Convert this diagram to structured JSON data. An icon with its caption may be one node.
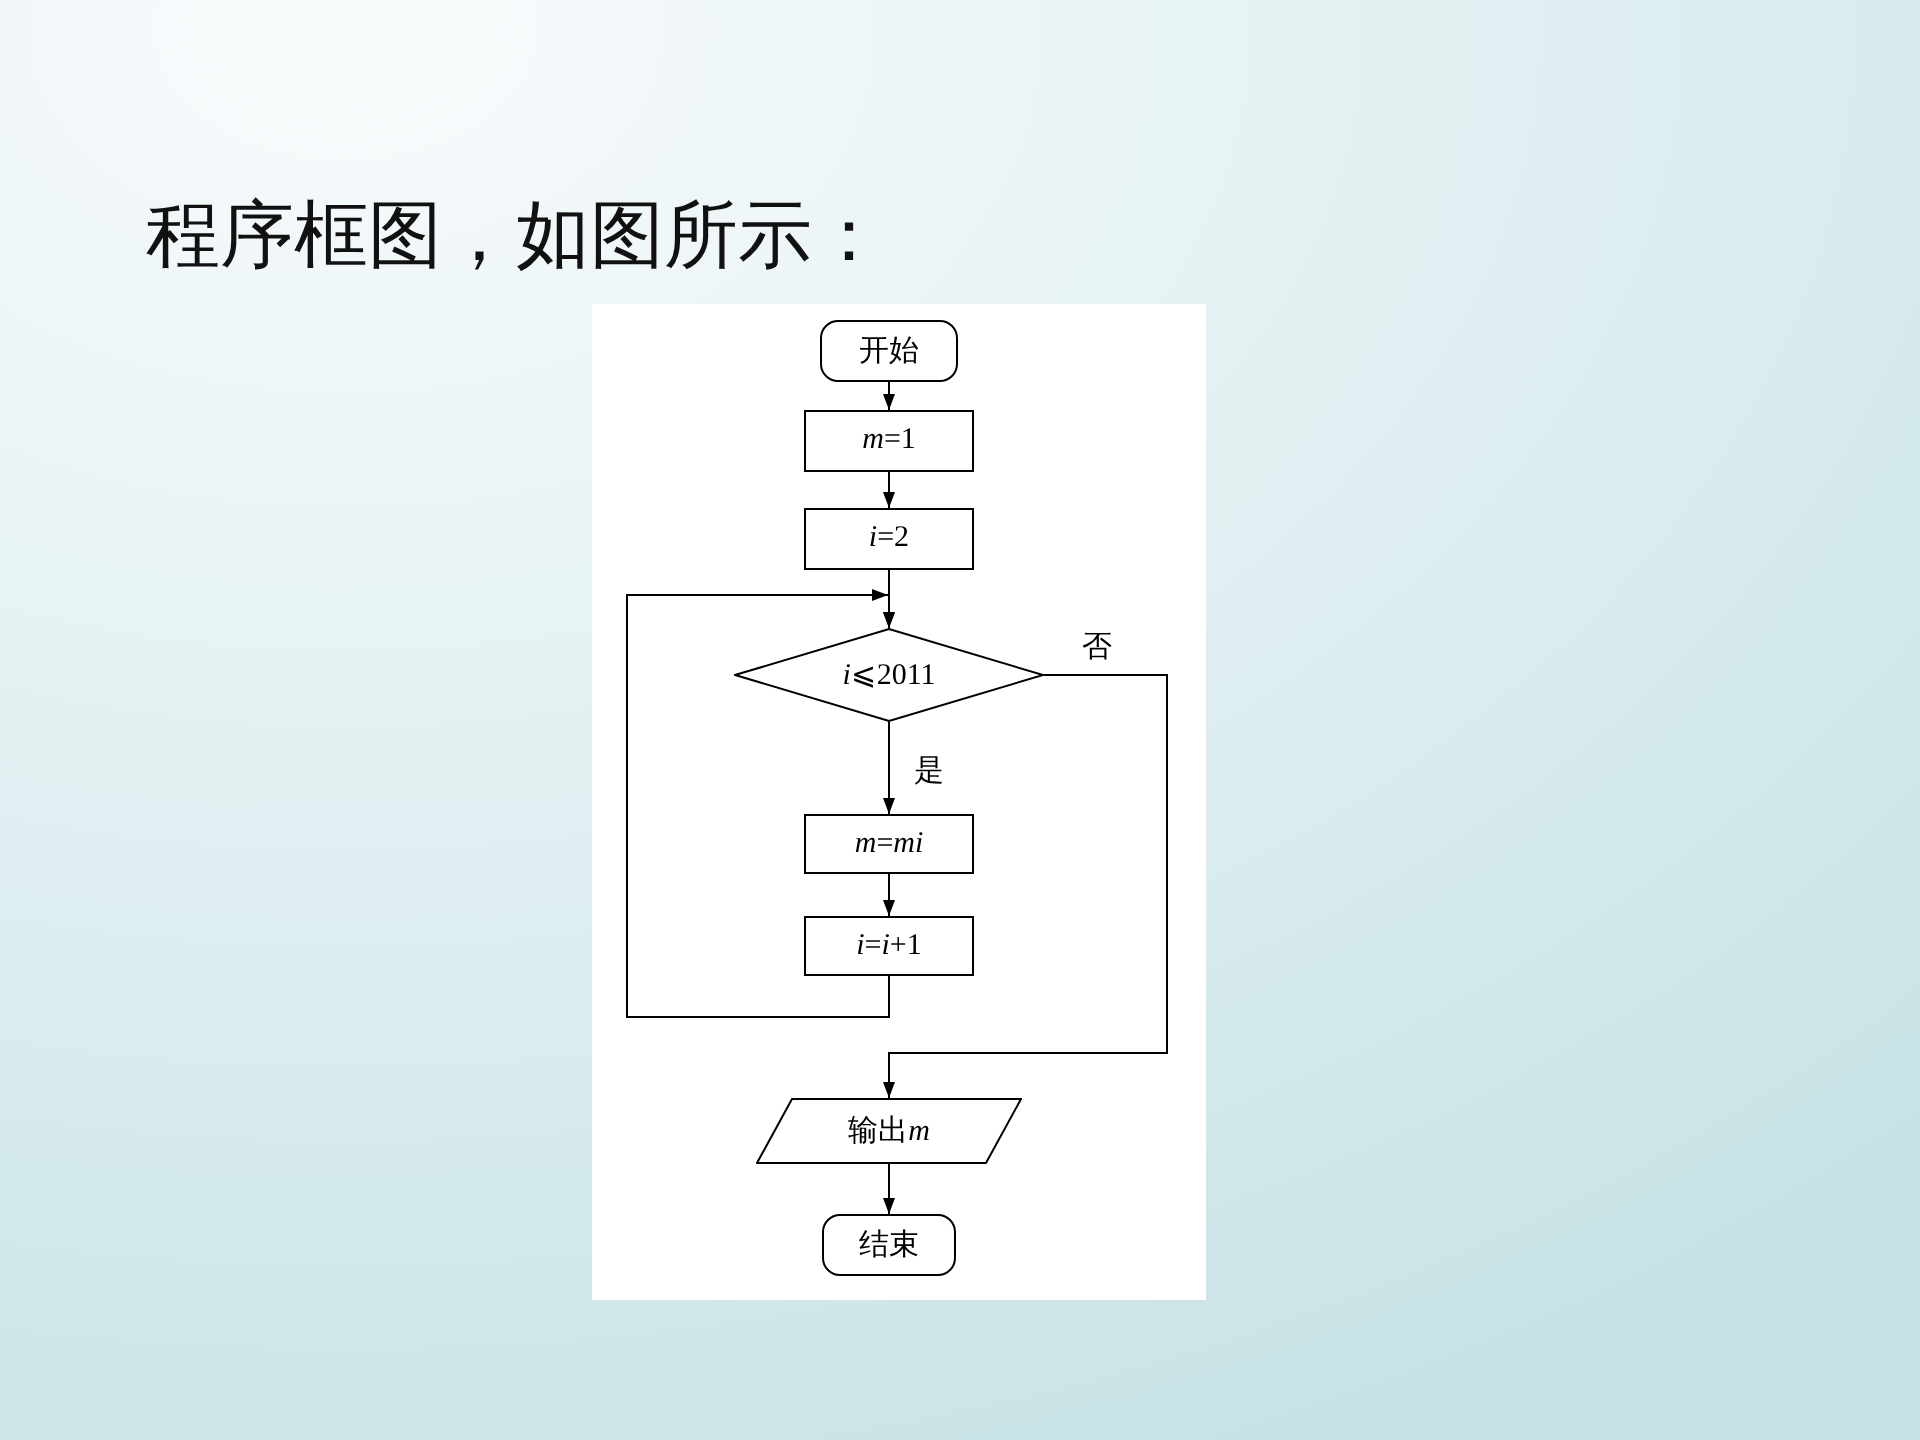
{
  "diagram": {
    "title": "程序框图，如图所示：",
    "nodes": [
      {
        "text": [
          "开始"
        ]
      },
      {
        "text": [
          "m=1"
        ]
      },
      {
        "text": [
          "i=2"
        ]
      },
      {
        "text": [
          "i⩽2011"
        ]
      },
      {
        "text": [
          "m=mi"
        ]
      },
      {
        "text": [
          "i=i+1"
        ]
      },
      {
        "text": [
          "输出m"
        ]
      },
      {
        "text": [
          "结束"
        ]
      }
    ],
    "edges": [
      {
        "from": 0,
        "to": 1,
        "arrow": "to"
      },
      {
        "from": 1,
        "to": 2,
        "arrow": "to"
      },
      {
        "from": 2,
        "to": 3,
        "arrow": "to"
      },
      {
        "from": 3,
        "to": 4,
        "arrow": "to",
        "label": "是"
      },
      {
        "from": 4,
        "to": 5,
        "arrow": "to"
      },
      {
        "from": 5,
        "to": 3,
        "arrow": "to"
      },
      {
        "from": 3,
        "to": 6,
        "arrow": "to",
        "label": "否"
      },
      {
        "from": 6,
        "to": 7,
        "arrow": "to"
      }
    ]
  }
}
